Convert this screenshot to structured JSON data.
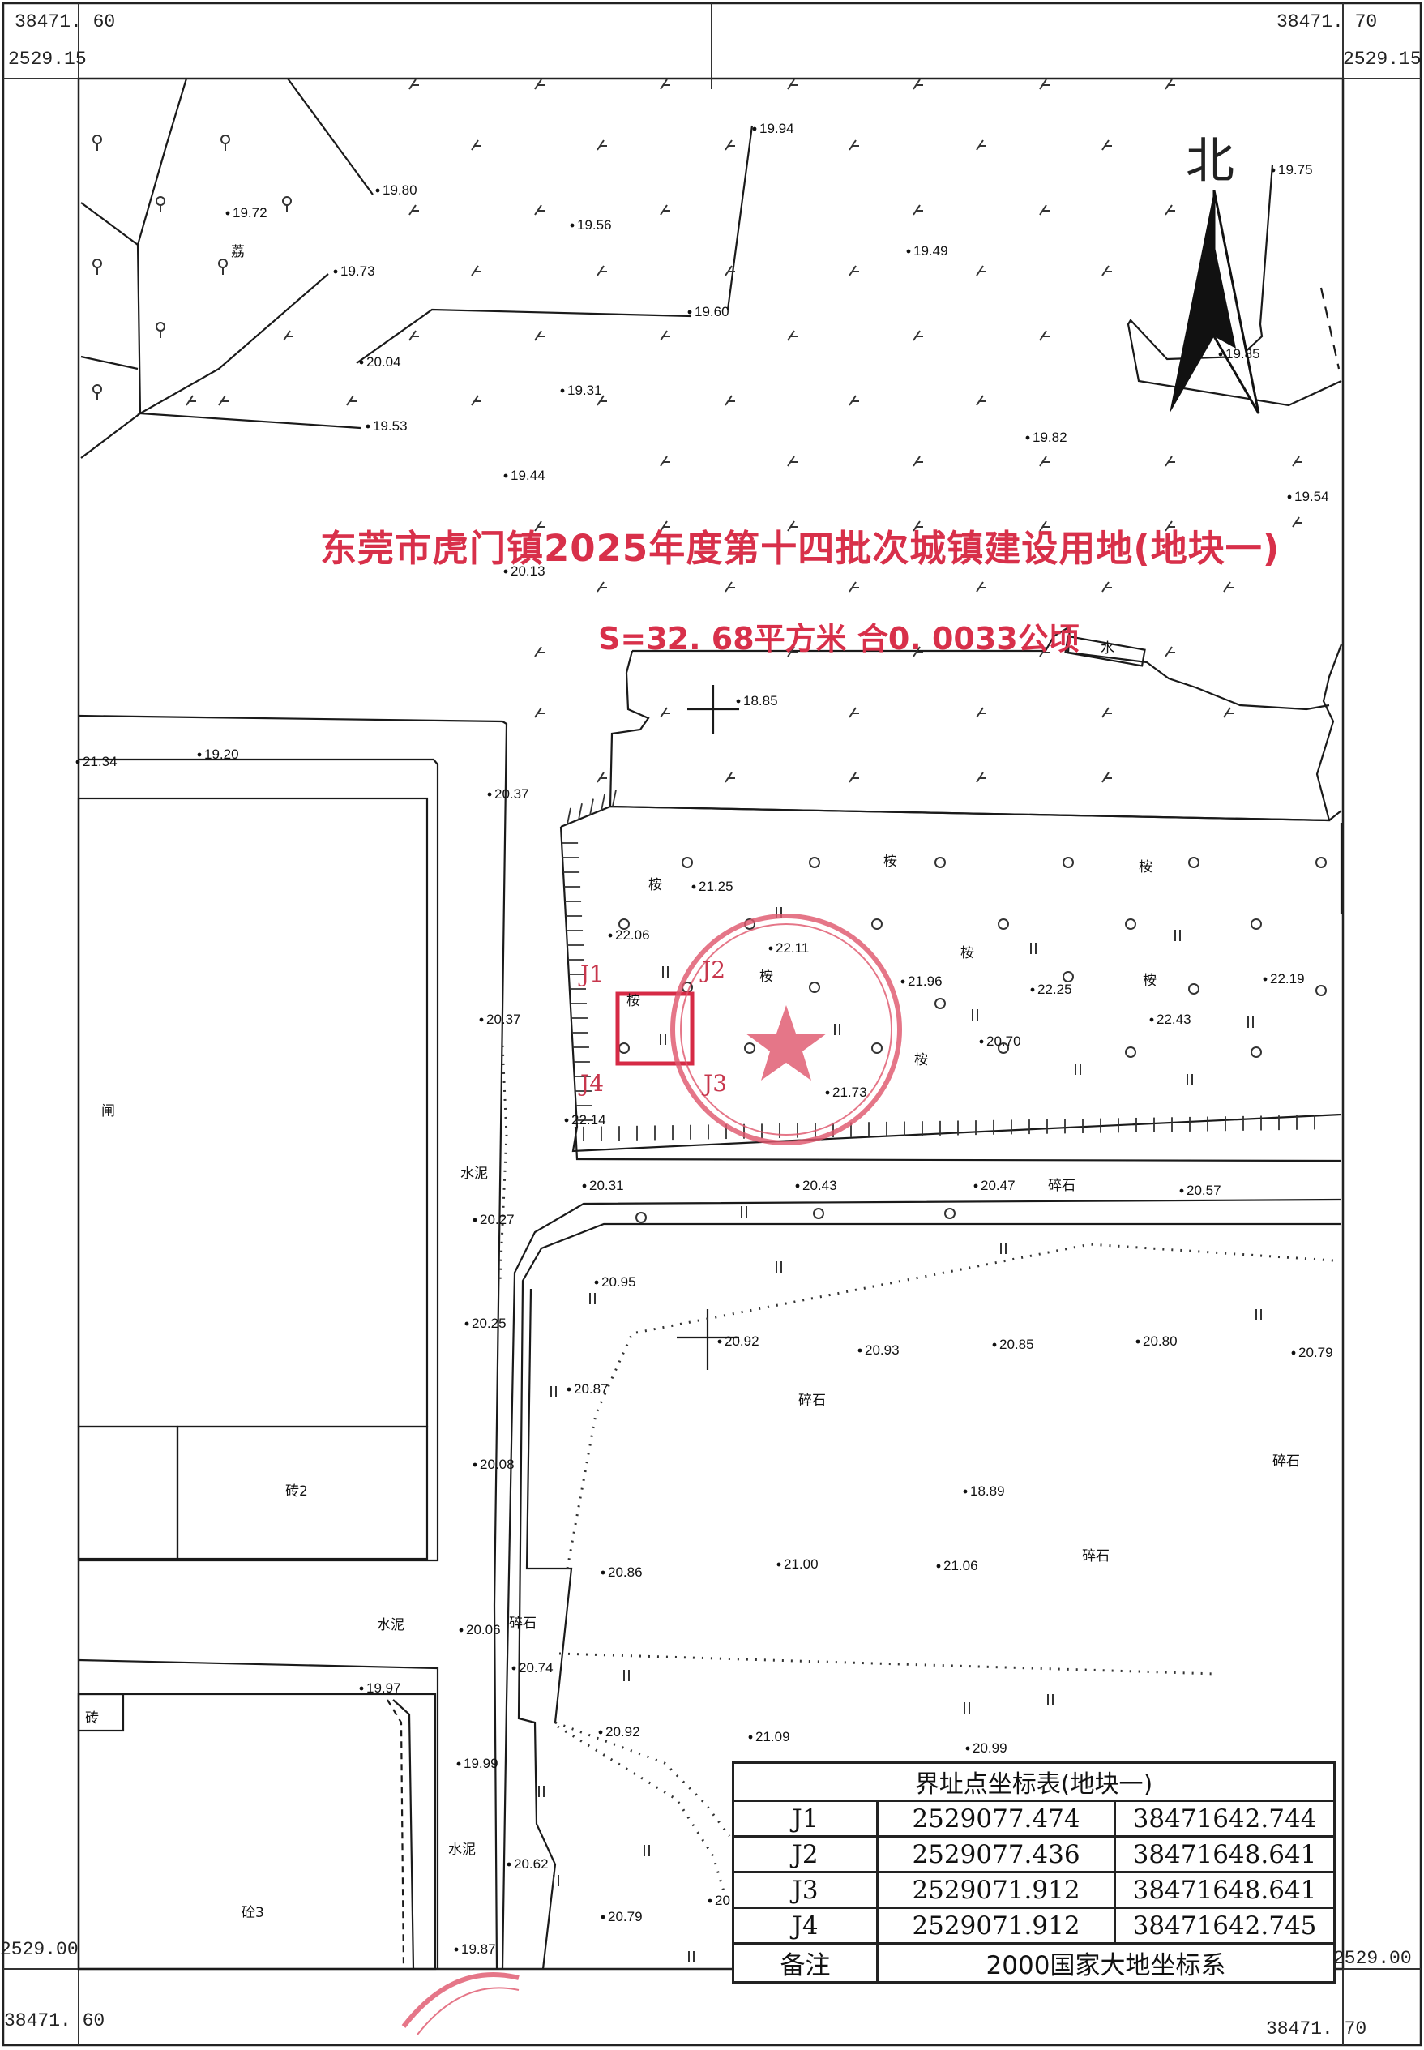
{
  "frame": {
    "top_left_x": "38471. 60",
    "top_left_y": "2529.15",
    "top_right_x": "38471. 70",
    "top_right_y": "2529.15",
    "bottom_left_x": "38471. 60",
    "bottom_left_y": "2529.00",
    "bottom_right_x": "38471. 70",
    "bottom_right_y": "2529.00"
  },
  "title": "东莞市虎门镇2025年度第十四批次城镇建设用地(地块一)",
  "area": "S=32. 68平方米  合0. 0033公顷",
  "north_label": "北",
  "parcel_labels": [
    "J1",
    "J2",
    "J3",
    "J4"
  ],
  "colors": {
    "red": "#d8304a",
    "ink": "#1a1a1a",
    "seal": "#e0586e"
  },
  "elevations": [
    "19.72",
    "19.80",
    "19.73",
    "19.56",
    "19.94",
    "19.49",
    "19.75",
    "19.60",
    "20.04",
    "19.31",
    "19.53",
    "19.82",
    "19.44",
    "19.54",
    "20.13",
    "19.85",
    "18.85",
    "21.34",
    "19.20",
    "20.37",
    "21.25",
    "22.06",
    "22.11",
    "21.96",
    "22.25",
    "22.19",
    "22.43",
    "20.70",
    "20.37",
    "21.73",
    "22.14",
    "20.31",
    "20.43",
    "20.47",
    "20.57",
    "20.27",
    "20.95",
    "20.92",
    "20.93",
    "20.85",
    "20.80",
    "20.79",
    "20.25",
    "20.87",
    "20.08",
    "18.89",
    "21.00",
    "21.06",
    "20.86",
    "20.06",
    "20.74",
    "19.97",
    "20.92",
    "21.09",
    "20.99",
    "19.99",
    "20.62",
    "20.79",
    "19.87",
    "20"
  ],
  "text_labels": [
    "荔",
    "水",
    "桉",
    "闸",
    "水泥",
    "碎石",
    "砖2",
    "砖",
    "砼3"
  ],
  "table": {
    "title": "界址点坐标表(地块一)",
    "rows": [
      {
        "id": "J1",
        "x": "2529077.474",
        "y": "38471642.744"
      },
      {
        "id": "J2",
        "x": "2529077.436",
        "y": "38471648.641"
      },
      {
        "id": "J3",
        "x": "2529071.912",
        "y": "38471648.641"
      },
      {
        "id": "J4",
        "x": "2529071.912",
        "y": "38471642.745"
      }
    ],
    "note_label": "备注",
    "note_value": "2000国家大地坐标系"
  }
}
